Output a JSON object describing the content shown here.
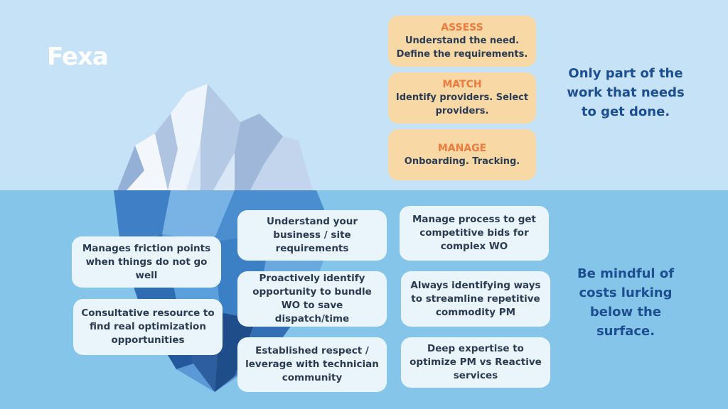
{
  "brand": {
    "name": "Fexa"
  },
  "top_steps": [
    {
      "heading": "ASSESS",
      "body": "Understand the need. Define the requirements."
    },
    {
      "heading": "MATCH",
      "body": "Identify providers. Select providers."
    },
    {
      "heading": "MANAGE",
      "body": "Onboarding. Tracking."
    }
  ],
  "above_note": "Only part of the work that needs to get done.",
  "below_note": "Be mindful of costs lurking below the surface.",
  "hidden_items": {
    "left": [
      "Manages friction points when things do not go well",
      "Consultative resource to find real optimization opportunities"
    ],
    "middle": [
      "Understand your business / site requirements",
      "Proactively identify opportunity to bundle WO to save dispatch/time",
      "Established respect / leverage with technician community"
    ],
    "right": [
      "Manage process to get competitive bids for complex WO",
      "Always identifying ways to streamline repetitive commodity PM",
      "Deep expertise to optimize PM vs Reactive services"
    ]
  },
  "colors": {
    "sky": "#c5e2f7",
    "sea": "#86c5ea",
    "step_box": "#f8d9a6",
    "step_heading": "#ee7a3c",
    "note_text": "#1d4e8f",
    "item_box": "#eaf4fb"
  }
}
